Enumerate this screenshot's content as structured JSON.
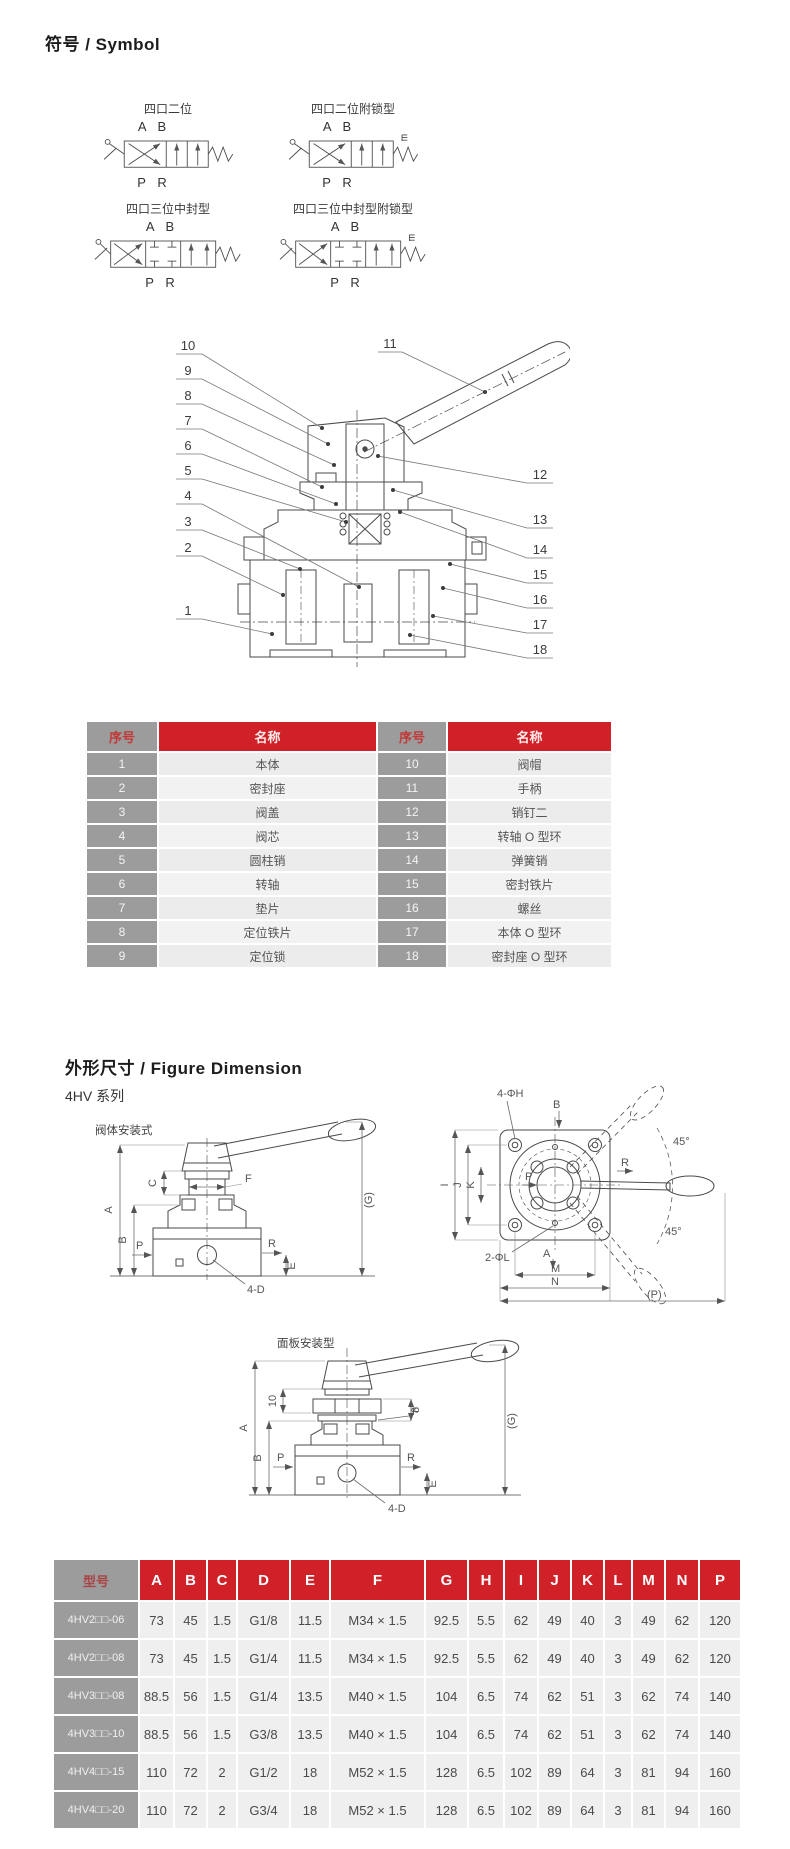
{
  "symbol_section": {
    "title": "符号 / Symbol",
    "symbols": [
      {
        "label": "四口二位",
        "ports_top": "A B",
        "ports_bottom": "P R"
      },
      {
        "label": "四口二位附锁型",
        "ports_top": "A B",
        "ports_bottom": "P R"
      },
      {
        "label": "四口三位中封型",
        "ports_top": "A B",
        "ports_bottom": "P R"
      },
      {
        "label": "四口三位中封型附锁型",
        "ports_top": "A B",
        "ports_bottom": "P R"
      }
    ]
  },
  "diagram": {
    "callouts": [
      "1",
      "2",
      "3",
      "4",
      "5",
      "6",
      "7",
      "8",
      "9",
      "10",
      "11",
      "12",
      "13",
      "14",
      "15",
      "16",
      "17",
      "18"
    ]
  },
  "parts_table": {
    "headers": [
      "序号",
      "名称",
      "序号",
      "名称"
    ],
    "rows": [
      [
        "1",
        "本体",
        "10",
        "阀帽"
      ],
      [
        "2",
        "密封座",
        "11",
        "手柄"
      ],
      [
        "3",
        "阀盖",
        "12",
        "销钉二"
      ],
      [
        "4",
        "阀芯",
        "13",
        "转轴 O 型环"
      ],
      [
        "5",
        "圆柱销",
        "14",
        "弹簧销"
      ],
      [
        "6",
        "转轴",
        "15",
        "密封铁片"
      ],
      [
        "7",
        "垫片",
        "16",
        "螺丝"
      ],
      [
        "8",
        "定位铁片",
        "17",
        "本体 O 型环"
      ],
      [
        "9",
        "定位锁",
        "18",
        "密封座 O 型环"
      ]
    ]
  },
  "figure_dimension": {
    "title": "外形尺寸 / Figure Dimension",
    "series": "4HV 系列",
    "side_view": {
      "caption": "阀体安装式",
      "labels": {
        "a": "A",
        "b": "B",
        "c": "C",
        "f": "F",
        "p": "P",
        "r": "R",
        "e": "E",
        "g": "(G)",
        "d4": "4-D"
      }
    },
    "top_view": {
      "labels": {
        "h4": "4-ΦH",
        "b": "B",
        "p": "P",
        "r": "R",
        "i": "I",
        "j": "J",
        "k": "K",
        "deg1": "45°",
        "deg2": "45°",
        "l2": "2-ΦL",
        "a": "A",
        "m": "M",
        "n": "N",
        "pp": "(P)"
      }
    },
    "panel_view": {
      "caption": "面板安装型",
      "labels": {
        "a": "A",
        "b": "B",
        "n10": "10",
        "n8": "8",
        "f": "F",
        "p": "P",
        "r": "R",
        "e": "E",
        "g": "(G)",
        "d4": "4-D"
      }
    }
  },
  "dimension_table": {
    "headers": [
      "型号",
      "A",
      "B",
      "C",
      "D",
      "E",
      "F",
      "G",
      "H",
      "I",
      "J",
      "K",
      "L",
      "M",
      "N",
      "P"
    ],
    "rows": [
      [
        "4HV2□□-06",
        "73",
        "45",
        "1.5",
        "G1/8",
        "11.5",
        "M34 × 1.5",
        "92.5",
        "5.5",
        "62",
        "49",
        "40",
        "3",
        "49",
        "62",
        "120"
      ],
      [
        "4HV2□□-08",
        "73",
        "45",
        "1.5",
        "G1/4",
        "11.5",
        "M34 × 1.5",
        "92.5",
        "5.5",
        "62",
        "49",
        "40",
        "3",
        "49",
        "62",
        "120"
      ],
      [
        "4HV3□□-08",
        "88.5",
        "56",
        "1.5",
        "G1/4",
        "13.5",
        "M40 × 1.5",
        "104",
        "6.5",
        "74",
        "62",
        "51",
        "3",
        "62",
        "74",
        "140"
      ],
      [
        "4HV3□□-10",
        "88.5",
        "56",
        "1.5",
        "G3/8",
        "13.5",
        "M40 × 1.5",
        "104",
        "6.5",
        "74",
        "62",
        "51",
        "3",
        "62",
        "74",
        "140"
      ],
      [
        "4HV4□□-15",
        "110",
        "72",
        "2",
        "G1/2",
        "18",
        "M52 × 1.5",
        "128",
        "6.5",
        "102",
        "89",
        "64",
        "3",
        "81",
        "94",
        "160"
      ],
      [
        "4HV4□□-20",
        "110",
        "72",
        "2",
        "G3/4",
        "18",
        "M52 × 1.5",
        "128",
        "6.5",
        "102",
        "89",
        "64",
        "3",
        "81",
        "94",
        "160"
      ]
    ]
  },
  "colors": {
    "accent_red": "#d02128",
    "header_gray": "#9c9c9c",
    "cell_gray": "#efefef"
  }
}
